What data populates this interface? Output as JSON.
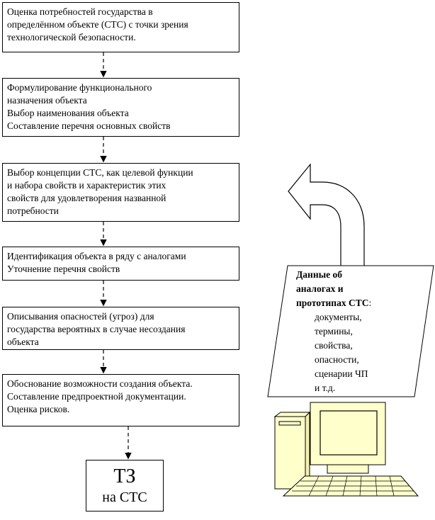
{
  "steps": [
    {
      "lines": [
        "Оценка потребностей государства в",
        "определённом объекте (СТС) с точки зрения",
        "технологической безопасности."
      ]
    },
    {
      "lines": [
        "Формулирование функционального",
        "назначения объекта",
        "Выбор наименования объекта",
        "Составление перечня основных свойств"
      ]
    },
    {
      "lines": [
        "Выбор концепции СТС, как целевой функции",
        "и набора свойств и характеристик этих",
        "свойств для удовлетворения названной",
        "потребности"
      ]
    },
    {
      "lines": [
        "Идентификация объекта в ряду с аналогами",
        "Уточнение перечня свойств"
      ]
    },
    {
      "lines": [
        "Описывания опасностей (угроз) для",
        "государства вероятных в случае несоздания",
        "объекта"
      ]
    },
    {
      "lines": [
        "Обоснование возможности создания объекта.",
        "Составление предпроектной документации.",
        "Оценка рисков."
      ]
    }
  ],
  "result": {
    "title": "ТЗ",
    "subtitle": "на СТС"
  },
  "data_block": {
    "heading": [
      "Данные об",
      "аналогах и",
      "прототипах СТС"
    ],
    "heading_colon": ":",
    "items": [
      "документы,",
      "термины,",
      "свойства,",
      "опасности,",
      "сценарии ЧП",
      "и т.д."
    ]
  },
  "colors": {
    "computer_fill": "#ffffcc",
    "stroke": "#000000",
    "background": "#ffffff"
  }
}
